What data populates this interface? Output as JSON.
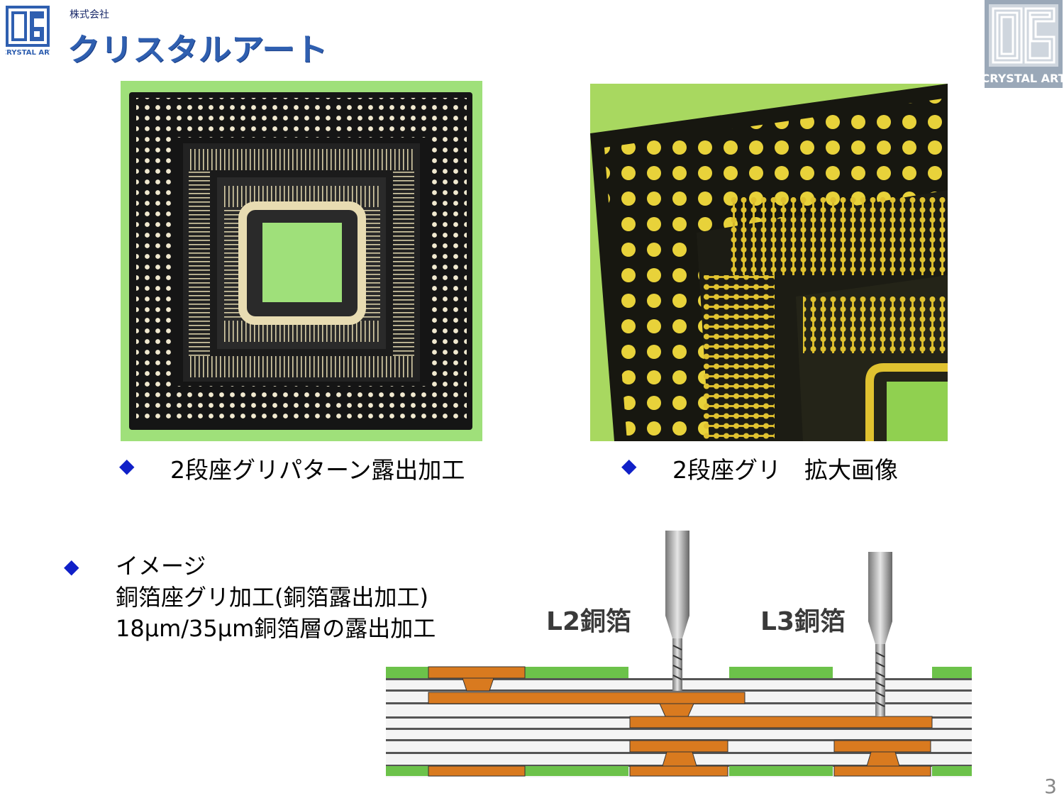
{
  "header": {
    "company_small": "株式会社",
    "brand_name": "クリスタルアート",
    "logo_small_text": "CRYSTAL ART",
    "logo_large_text": "CRYSTAL ART"
  },
  "photos": {
    "left_caption": "2段座グリパターン露出加工",
    "right_caption": "2段座グリ　拡大画像"
  },
  "bullet_section": {
    "line1": "イメージ",
    "line2": "銅箔座グリ加工(銅箔露出加工)",
    "line3": "18μm/35μm銅箔層の露出加工"
  },
  "diagram": {
    "label_l2": "L2銅箔",
    "label_l3": "L3銅箔"
  },
  "page_number": "3",
  "colors": {
    "green_board": "#6cc24a",
    "copper": "#d97a1f",
    "bullet_blue": "#1020c8",
    "brand_blue": "#2f5fb0"
  }
}
